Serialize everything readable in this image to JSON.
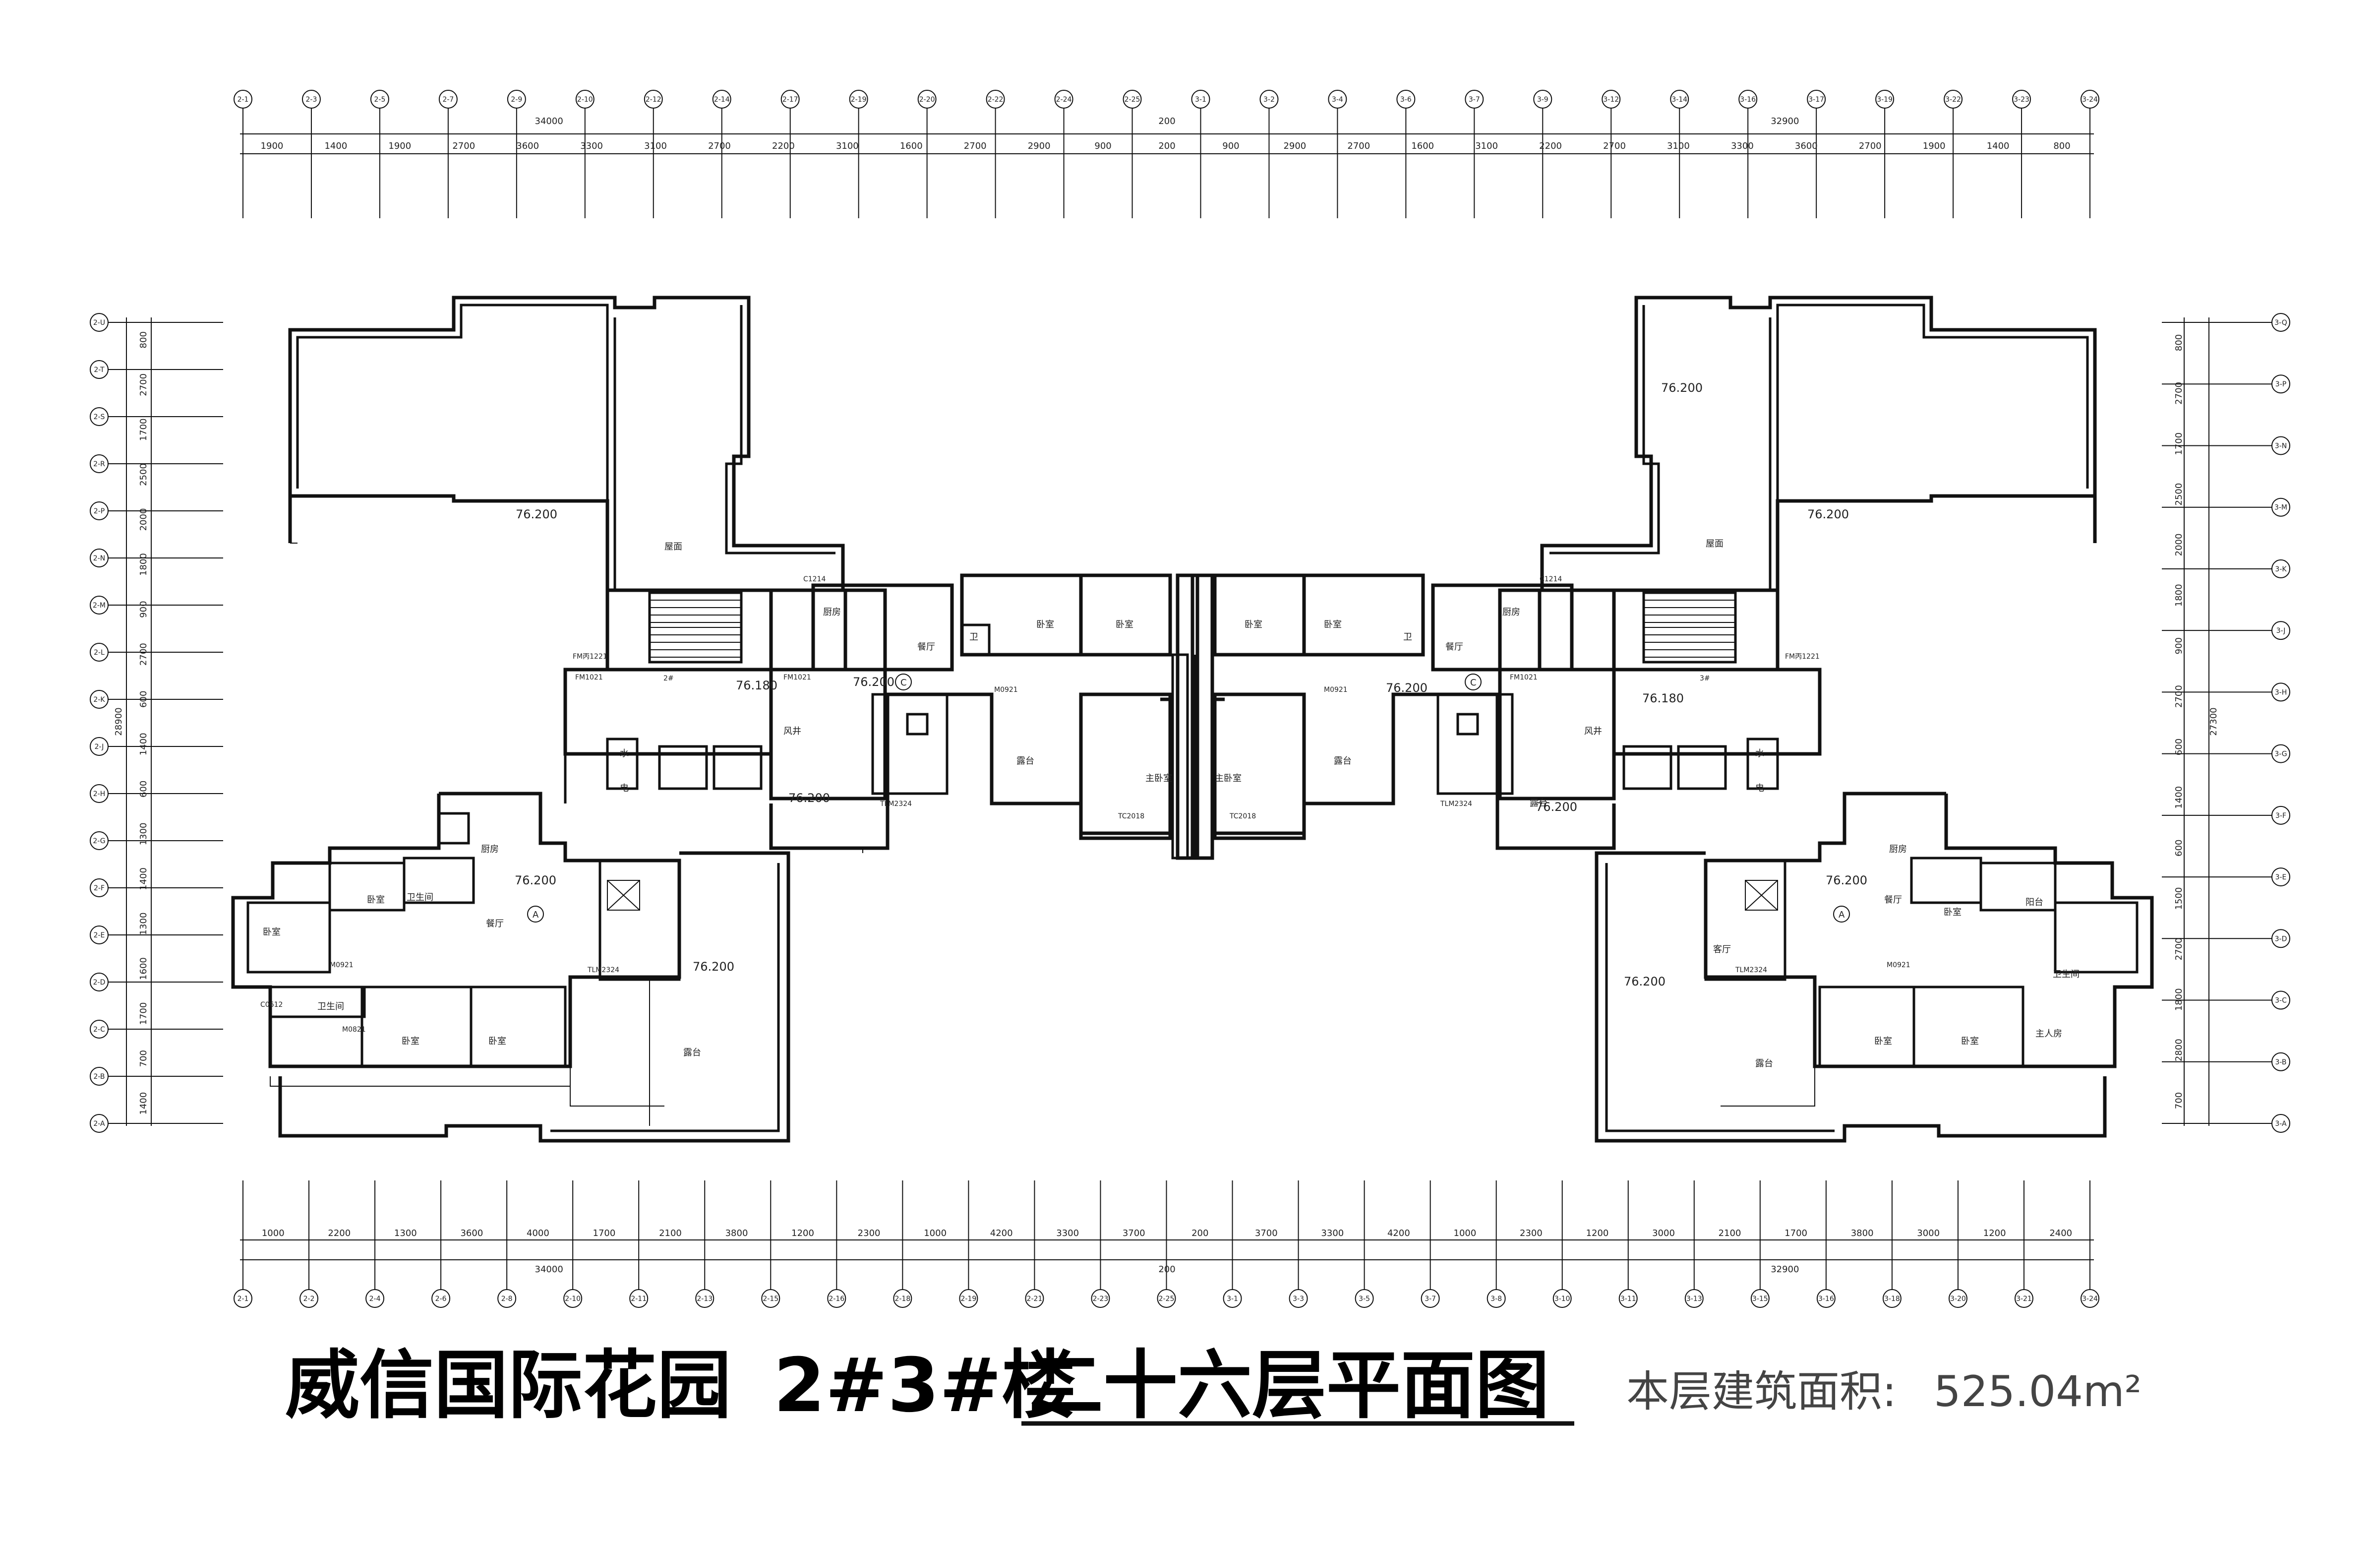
{
  "title": {
    "project": "威信国际花园",
    "building": "2#3#楼",
    "floor": "二十六层平面图",
    "area_label": "本层建筑面积:",
    "area_value": "525.04m²"
  },
  "grid": {
    "top": [
      "2-1",
      "2-3",
      "2-5",
      "2-7",
      "2-9",
      "2-10",
      "2-12",
      "2-14",
      "2-17",
      "2-19",
      "2-20",
      "2-22",
      "2-24",
      "2-25",
      "3-1",
      "3-2",
      "3-4",
      "3-6",
      "3-7",
      "3-9",
      "3-12",
      "3-14",
      "3-16",
      "3-17",
      "3-19",
      "3-22",
      "3-23",
      "3-24"
    ],
    "bottom": [
      "2-1",
      "2-2",
      "2-4",
      "2-6",
      "2-8",
      "2-10",
      "2-11",
      "2-13",
      "2-15",
      "2-16",
      "2-18",
      "2-19",
      "2-21",
      "2-23",
      "2-25",
      "3-1",
      "3-3",
      "3-5",
      "3-7",
      "3-8",
      "3-10",
      "3-11",
      "3-13",
      "3-15",
      "3-16",
      "3-18",
      "3-20",
      "3-21",
      "3-24"
    ],
    "left": [
      "2-U",
      "2-T",
      "2-S",
      "2-R",
      "2-P",
      "2-N",
      "2-M",
      "2-L",
      "2-K",
      "2-J",
      "2-H",
      "2-G",
      "2-F",
      "2-E",
      "2-D",
      "2-C",
      "2-B",
      "2-A"
    ],
    "right": [
      "3-Q",
      "3-P",
      "3-N",
      "3-M",
      "3-K",
      "3-J",
      "3-H",
      "3-G",
      "3-F",
      "3-E",
      "3-D",
      "3-C",
      "3-B",
      "3-A"
    ]
  },
  "dims": {
    "top_segments": [
      "1900",
      "1400",
      "1900",
      "2700",
      "3600",
      "3300",
      "3100",
      "2700",
      "2200",
      "3100",
      "1600",
      "2700",
      "2900",
      "900",
      "200",
      "900",
      "2900",
      "2700",
      "1600",
      "3100",
      "2200",
      "2700",
      "3100",
      "3300",
      "3600",
      "2700",
      "1900",
      "1400",
      "800"
    ],
    "top_totals": [
      "34000",
      "200",
      "32900"
    ],
    "bottom_segments": [
      "1000",
      "2200",
      "1300",
      "3600",
      "4000",
      "1700",
      "2100",
      "3800",
      "1200",
      "2300",
      "1000",
      "4200",
      "3300",
      "3700",
      "200",
      "3700",
      "3300",
      "4200",
      "1000",
      "2300",
      "1200",
      "3000",
      "2100",
      "1700",
      "3800",
      "3000",
      "1200",
      "2400"
    ],
    "bottom_totals": [
      "34000",
      "200",
      "32900"
    ],
    "left_segments": [
      "800",
      "2700",
      "1700",
      "2500",
      "2000",
      "1800",
      "900",
      "2700",
      "600",
      "1400",
      "600",
      "1300",
      "1400",
      "1300",
      "1600",
      "1700",
      "700",
      "1400"
    ],
    "left_total": "28900",
    "right_segments": [
      "800",
      "2700",
      "1700",
      "2500",
      "2000",
      "1800",
      "900",
      "2700",
      "600",
      "1400",
      "600",
      "1500",
      "2700",
      "1800",
      "2800",
      "700"
    ],
    "right_total": "27300"
  },
  "rooms": {
    "roof": "屋面",
    "terrace": "露台",
    "bedroom": "卧室",
    "master_bedroom": "主卧室",
    "master_room": "主人房",
    "bathroom": "卫生间",
    "bath_short": "卫",
    "kitchen": "厨房",
    "dining": "餐厅",
    "living": "客厅",
    "balcony": "阳台",
    "shaft": "风井",
    "water": "水",
    "electric": "电",
    "unit_a": "A",
    "unit_c": "C",
    "stair_mark": "2#",
    "stair_mark_r": "3#"
  },
  "levels": {
    "main": "76.200",
    "stair": "76.180"
  },
  "doors": {
    "fm1": "FM1021",
    "fm2": "FM丙1221",
    "m0921": "M0921",
    "m0821": "M0821",
    "tlm": "TLM2324",
    "c1214": "C1214",
    "tc": "TC2018",
    "c0612": "C0612"
  }
}
